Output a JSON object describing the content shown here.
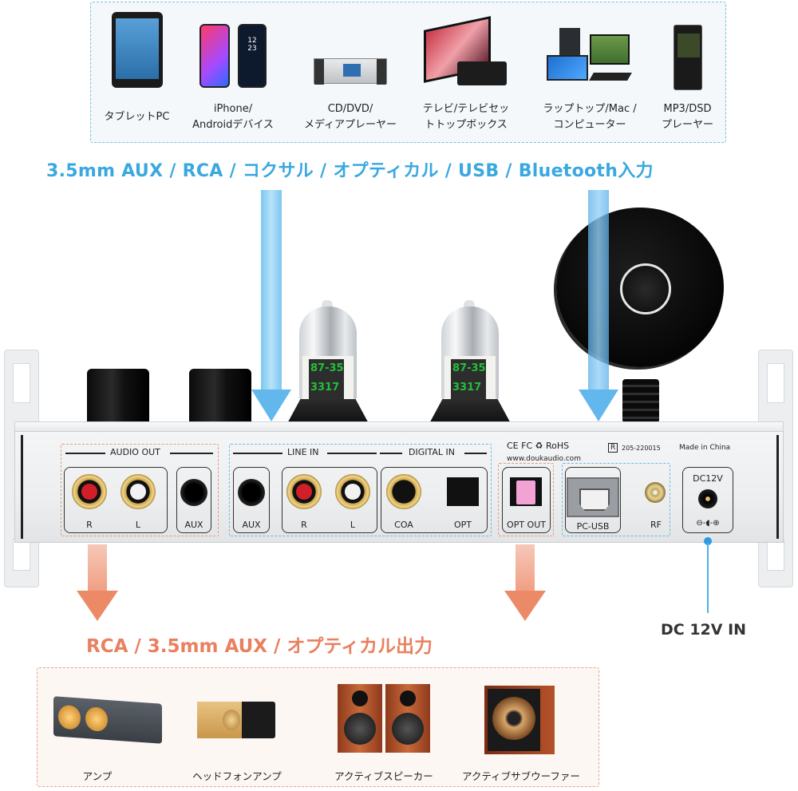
{
  "sources": {
    "items": [
      {
        "label_line1": "タブレットPC",
        "label_line2": "",
        "icon": "tablet-icon"
      },
      {
        "label_line1": "iPhone/",
        "label_line2": "Androidデバイス",
        "icon": "smartphone-icon"
      },
      {
        "label_line1": "CD/DVD/",
        "label_line2": "メディアプレーヤー",
        "icon": "media-player-icon"
      },
      {
        "label_line1": "テレビ/テレビセッ",
        "label_line2": "トトップボックス",
        "icon": "tv-settop-box-icon"
      },
      {
        "label_line1": "ラップトップ/Mac /",
        "label_line2": "コンピューター",
        "icon": "computer-icon"
      },
      {
        "label_line1": "MP3/DSD",
        "label_line2": "プレーヤー",
        "icon": "mp3-player-icon"
      }
    ]
  },
  "input_heading": "3.5mm AUX / RCA / コクサル / オプティカル / USB / Bluetooth入力",
  "output_heading": "RCA / 3.5mm AUX / オプティカル出力",
  "dc_heading": "DC 12V IN",
  "panel": {
    "audio_out": {
      "title": "AUDIO OUT",
      "ports": [
        "R",
        "L",
        "AUX"
      ]
    },
    "line_in": {
      "title": "LINE IN",
      "ports": [
        "AUX",
        "R",
        "L"
      ]
    },
    "digital_in": {
      "title": "DIGITAL IN",
      "ports": [
        "COA",
        "OPT"
      ]
    },
    "opt_out": "OPT OUT",
    "pc_usb": "PC-USB",
    "rf": "RF",
    "dc": "DC12V",
    "dc_polarity": "⊖-◖-⊕",
    "certs": "CE FC ♻ RoHS",
    "website": "www.doukaudio.com",
    "reg_mark": "R",
    "reg_number": "205-220015",
    "origin": "Made in China",
    "tube_print_1": "87-35",
    "tube_print_2": "3317"
  },
  "destinations": {
    "items": [
      {
        "label": "アンプ",
        "icon": "amplifier-icon"
      },
      {
        "label": "ヘッドフォンアンプ",
        "icon": "headphone-amp-icon"
      },
      {
        "label": "アクティブスピーカー",
        "icon": "active-speakers-icon"
      },
      {
        "label": "アクティブサブウーファー",
        "icon": "subwoofer-icon"
      }
    ]
  },
  "colors": {
    "input_blue": "#3aa8e0",
    "output_orange": "#e9805f",
    "dc_text": "#333333"
  }
}
